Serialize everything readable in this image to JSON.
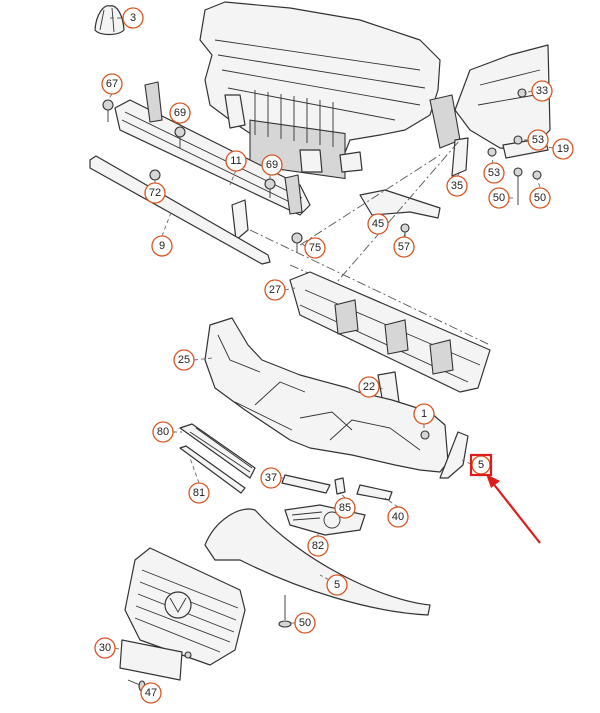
{
  "callouts": [
    {
      "id": "3",
      "label": "3"
    },
    {
      "id": "67",
      "label": "67"
    },
    {
      "id": "69a",
      "label": "69"
    },
    {
      "id": "11",
      "label": "11"
    },
    {
      "id": "69b",
      "label": "69"
    },
    {
      "id": "72",
      "label": "72"
    },
    {
      "id": "9",
      "label": "9"
    },
    {
      "id": "75",
      "label": "75"
    },
    {
      "id": "33",
      "label": "33"
    },
    {
      "id": "53a",
      "label": "53"
    },
    {
      "id": "19",
      "label": "19"
    },
    {
      "id": "53b",
      "label": "53"
    },
    {
      "id": "35",
      "label": "35"
    },
    {
      "id": "50a",
      "label": "50"
    },
    {
      "id": "50b",
      "label": "50"
    },
    {
      "id": "45",
      "label": "45"
    },
    {
      "id": "57",
      "label": "57"
    },
    {
      "id": "27",
      "label": "27"
    },
    {
      "id": "25",
      "label": "25"
    },
    {
      "id": "22",
      "label": "22"
    },
    {
      "id": "1",
      "label": "1"
    },
    {
      "id": "80",
      "label": "80"
    },
    {
      "id": "5a",
      "label": "5"
    },
    {
      "id": "37",
      "label": "37"
    },
    {
      "id": "81",
      "label": "81"
    },
    {
      "id": "85",
      "label": "85"
    },
    {
      "id": "40",
      "label": "40"
    },
    {
      "id": "82",
      "label": "82"
    },
    {
      "id": "5b",
      "label": "5"
    },
    {
      "id": "50c",
      "label": "50"
    },
    {
      "id": "30",
      "label": "30"
    },
    {
      "id": "47",
      "label": "47"
    }
  ],
  "highlight": {
    "target": "5",
    "color": "#e01b1b"
  },
  "colors": {
    "callout_ring": "#d9541e",
    "highlight": "#e01b1b"
  }
}
